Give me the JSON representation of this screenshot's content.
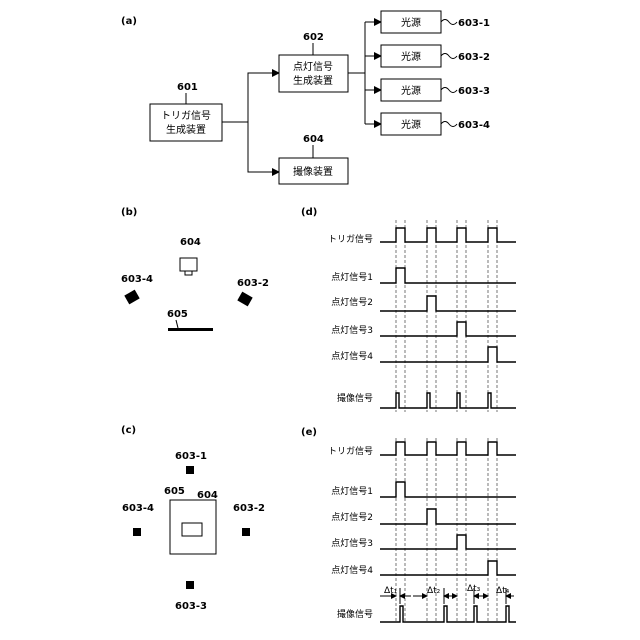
{
  "panel_labels": {
    "a": "(a)",
    "b": "(b)",
    "c": "(c)",
    "d": "(d)",
    "e": "(e)"
  },
  "block_diagram": {
    "trigger": {
      "ref": "601",
      "line1": "トリガ信号",
      "line2": "生成装置"
    },
    "lighting": {
      "ref": "602",
      "line1": "点灯信号",
      "line2": "生成装置"
    },
    "imaging": {
      "ref": "604",
      "line1": "撮像装置"
    },
    "light_sources": [
      {
        "ref": "603-1",
        "label": "光源"
      },
      {
        "ref": "603-2",
        "label": "光源"
      },
      {
        "ref": "603-3",
        "label": "光源"
      },
      {
        "ref": "603-4",
        "label": "光源"
      }
    ]
  },
  "side_view": {
    "camera": "604",
    "left_light": "603-4",
    "right_light": "603-2",
    "stage": "605"
  },
  "top_view": {
    "top_light": "603-1",
    "left_light": "603-4",
    "right_light": "603-2",
    "bottom_light": "603-3",
    "stage": "605",
    "camera": "604"
  },
  "timing_d": {
    "signals": [
      "トリガ信号",
      "点灯信号1",
      "点灯信号2",
      "点灯信号3",
      "点灯信号4",
      "撮像信号"
    ]
  },
  "timing_e": {
    "signals": [
      "トリガ信号",
      "点灯信号1",
      "点灯信号2",
      "点灯信号3",
      "点灯信号4",
      "撮像信号"
    ],
    "deltas": [
      "Δt₁",
      "Δt₂",
      "Δt₃",
      "Δt₄"
    ]
  }
}
